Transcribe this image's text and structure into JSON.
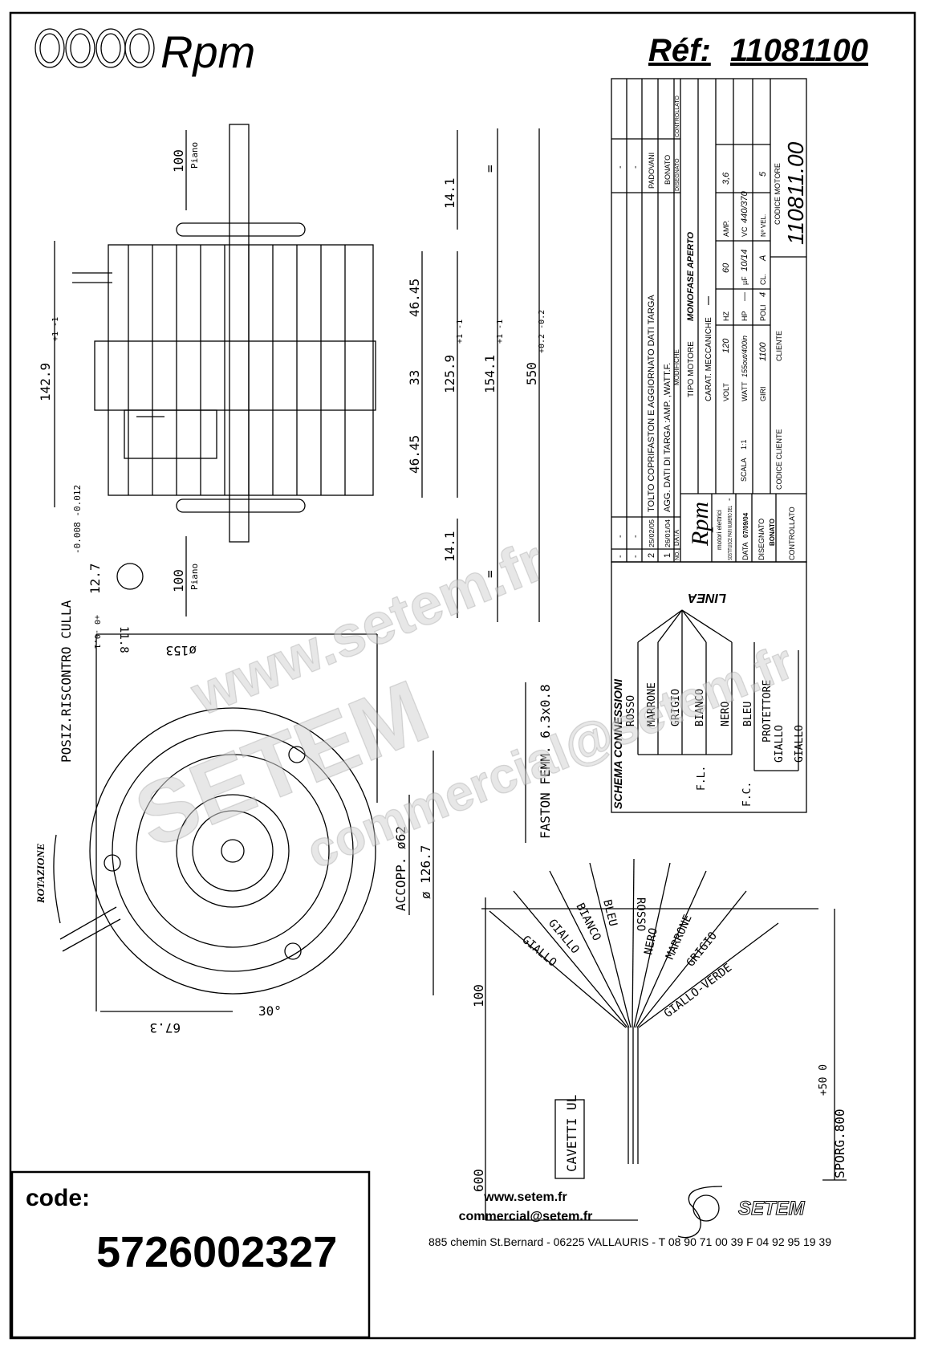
{
  "header": {
    "brand": "Rpm",
    "ref_label": "Réf:",
    "ref_number": "11081100"
  },
  "dims": {
    "plano": "Piano",
    "d100": "100",
    "d14_1": "14.1",
    "d46_45": "46.45",
    "d33": "33",
    "d125_9": "125.9",
    "d154_1": "154.1",
    "d550": "550",
    "d142_9": "142.9",
    "tol_pm1": "+1 -1",
    "tol_550": "+0.2 -0.2",
    "tol_shaft": "-0.008 -0.012",
    "shaft_d": "12.7",
    "shaft_flat": "11.8",
    "shaft_flat_tol": "+0 -0.1",
    "eq": "=",
    "posiz": "POSIZ.RISCONTRO CULLA",
    "d153": "ø153",
    "accopp": "ACCOPP. ø62",
    "d126_7": "ø 126.7",
    "d67_3": "67.3",
    "angle": "30°",
    "rotazione": "ROTAZIONE",
    "faston": "FASTON FEMM. 6.3x0.8",
    "w100": "100",
    "w600": "600",
    "cavetti": "CAVETTI UL",
    "sporg": "SPORG.800",
    "sporg_tol": "+50 0"
  },
  "wires": [
    "GIALLO",
    "GIALLO",
    "BIANCO",
    "BLEU",
    "ROSSO",
    "NERO",
    "MARRONE",
    "GRIGIO",
    "GIALLO-VERDE"
  ],
  "schema": {
    "title": "SCHEMA CONNESSIONI",
    "linea": "LINEA",
    "labels": [
      "ROSSO",
      "MARRONE",
      "GRIGIO",
      "BIANCO",
      "NERO",
      "BLEU",
      "PROTETTORE",
      "GIALLO",
      "GIALLO"
    ],
    "fl": "F.L.",
    "fc": "F.C."
  },
  "title_block": {
    "rev_rows": [
      {
        "no": "-",
        "date": "-",
        "desc": "",
        "by": "-"
      },
      {
        "no": "-",
        "date": "-",
        "desc": "",
        "by": "-"
      },
      {
        "no": "2",
        "date": "25/02/05",
        "desc": "TOLTO COPRIFASTON E AGGIORNATO DATI TARGA",
        "by": "PADOVANI"
      },
      {
        "no": "1",
        "date": "26/01/04",
        "desc": "AGG. DATI DI TARGA :AMP. ,WATT.F.",
        "by": "BONATO"
      }
    ],
    "hdr_no": "NO.",
    "hdr_data": "DATA",
    "hdr_modifiche": "MODIFICHE",
    "hdr_disegnato": "DISEGNATO",
    "hdr_controllato": "CONTROLLATO",
    "logo_brand": "Rpm",
    "logo_sub": "motori elettrici",
    "tipo_motore_label": "TIPO MOTORE",
    "tipo_motore": "MONOFASE  APERTO",
    "carat_label": "CARAT. MECCANICHE",
    "carat": "—",
    "volt_label": "VOLT",
    "volt": "120",
    "hz_label": "HZ",
    "hz": "60",
    "amp_label": "AMP.",
    "amp": "3,6",
    "watt_label": "WATT",
    "watt": "155out/400in",
    "hp_label": "HP",
    "hp": "—",
    "uf_label": "µF",
    "uf": "10/14",
    "vc_label": "VC",
    "vc": "440/370",
    "giri_label": "GIRI",
    "giri": "1100",
    "poli_label": "POLI",
    "poli": "4",
    "cl_label": "CL.",
    "cl": "A",
    "nvel_label": "Nº VEL.",
    "nvel": "5",
    "sostituisce_label": "SOSTITUISCE PARI NUMERO DEL",
    "sostituisce": "-",
    "data_label": "DATA",
    "data": "07/09/04",
    "scala_label": "SCALA",
    "scala": "1:1",
    "disegnato_label": "DISEGNATO",
    "disegnato": "BONATO",
    "controllato_label": "CONTROLLATO",
    "cliente_label": "CLIENTE",
    "codice_cliente_label": "CODICE CLIENTE",
    "codice_motore_label": "CODICE MOTORE",
    "codice_motore": "110811.00"
  },
  "footer": {
    "code_label": "code:",
    "code": "5726002327",
    "website": "www.setem.fr",
    "email": "commercial@setem.fr",
    "address": "885 chemin St.Bernard  -  06225 VALLAURIS  -  T 08 90 71 00 39   F 04 92 95 19 39",
    "company_logo": "SETEM"
  },
  "watermark": {
    "line1": "www.setem.fr",
    "line2": "SETEM",
    "line3": "commercial@setem.fr"
  }
}
